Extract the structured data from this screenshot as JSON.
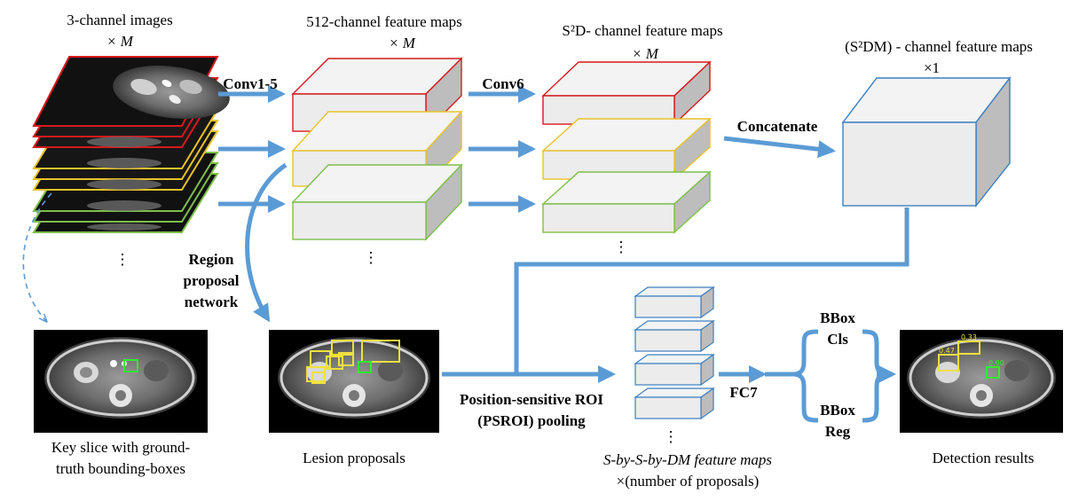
{
  "colors": {
    "arrow": "#5b9bd5",
    "red_border": "#d7191c",
    "yellow_border": "#e8c22a",
    "green_border": "#7dbf4b",
    "blue_border": "#3d7fc1",
    "box_face": "#ececec",
    "box_side": "#bdbdbd",
    "proposal_box": "#f0e040",
    "gt_box": "#33ee33"
  },
  "input": {
    "title": "3-channel images",
    "multiplier": "× M"
  },
  "conv15": {
    "label": "Conv1-5"
  },
  "conv6": {
    "label": "Conv6"
  },
  "feat512": {
    "title": "512-channel feature maps",
    "multiplier": "× M"
  },
  "s2d": {
    "title": "S²D- channel feature maps",
    "multiplier": "× M"
  },
  "concat": {
    "label": "Concatenate"
  },
  "s2dm": {
    "title": "(S²DM) - channel feature maps",
    "multiplier": "×1"
  },
  "rpn": {
    "line1": "Region",
    "line2": "proposal",
    "line3": "network"
  },
  "keyslice": {
    "line1": "Key slice with ground-",
    "line2": "truth bounding-boxes"
  },
  "proposals": {
    "label": "Lesion proposals"
  },
  "psroi": {
    "line1": "Position-sensitive ROI",
    "line2": "(PSROI) pooling"
  },
  "ssdm": {
    "line1": "S-by-S-by-DM feature maps",
    "line2": "×(number of proposals)"
  },
  "fc7": {
    "label": "FC7"
  },
  "bbox_cls": {
    "line1": "BBox",
    "line2": "Cls"
  },
  "bbox_reg": {
    "line1": "BBox",
    "line2": "Reg"
  },
  "detection": {
    "label": "Detection results",
    "scores": [
      "0.33",
      "0.47",
      "0.90"
    ]
  },
  "ellipsis": "⋮"
}
